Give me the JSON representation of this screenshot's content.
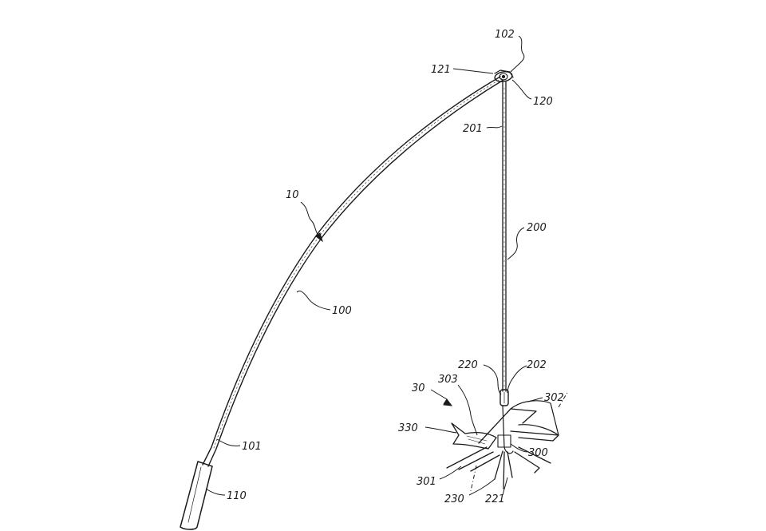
{
  "labels": {
    "l102": "102",
    "l121": "121",
    "l120": "120",
    "l201": "201",
    "l10": "10",
    "l200": "200",
    "l100": "100",
    "l220": "220",
    "l202": "202",
    "l30": "30",
    "l303": "303",
    "l302": "302",
    "l330": "330",
    "l300": "300",
    "l101": "101",
    "l301": "301",
    "l230": "230",
    "l221": "221",
    "l110": "110"
  }
}
